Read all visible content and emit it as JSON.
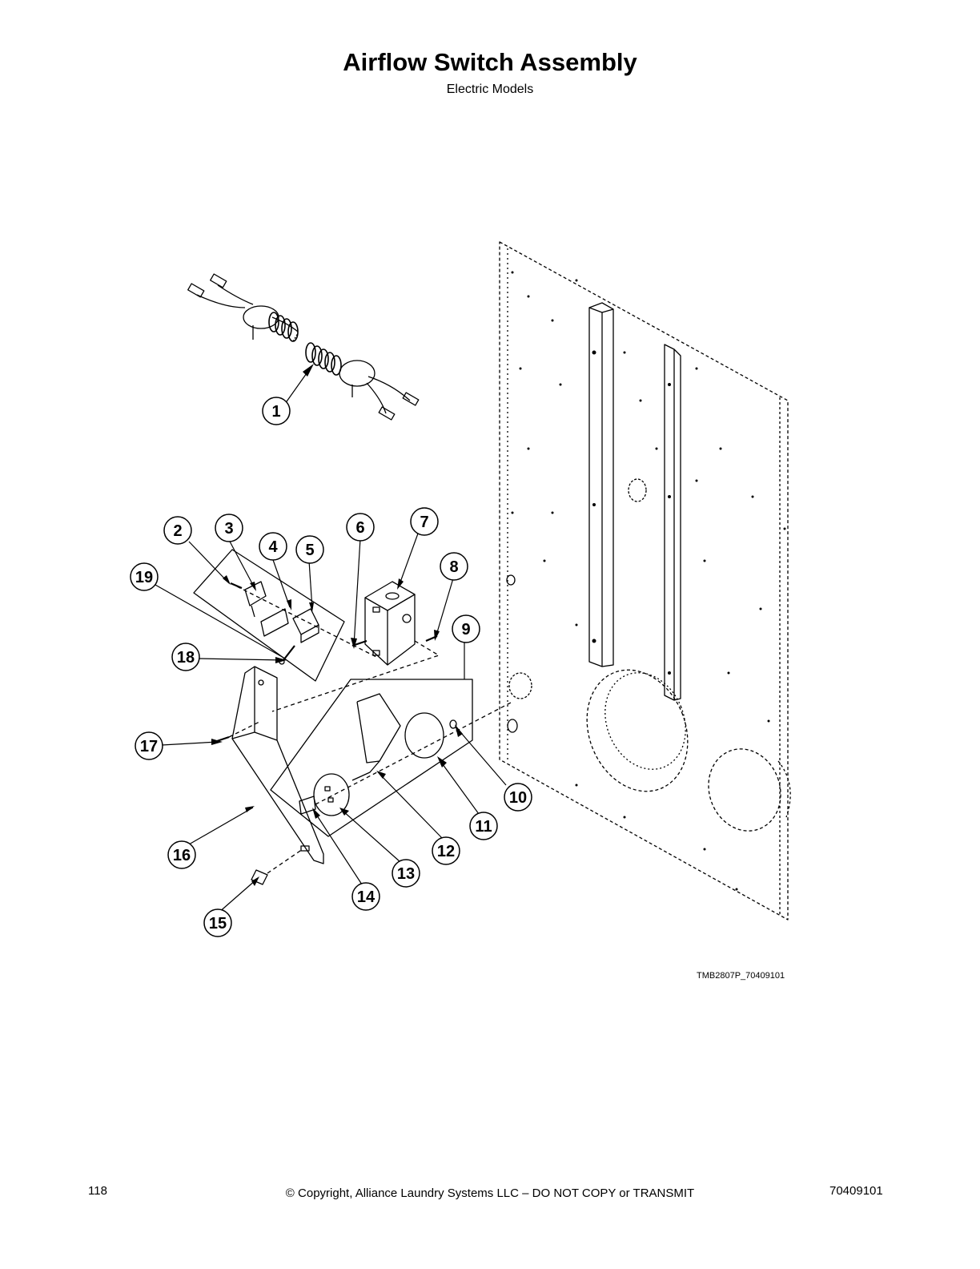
{
  "page": {
    "title": "Airflow Switch Assembly",
    "subtitle": "Electric Models",
    "drawing_code": "TMB2807P_70409101"
  },
  "callouts": [
    "1",
    "2",
    "3",
    "4",
    "5",
    "6",
    "7",
    "8",
    "9",
    "10",
    "11",
    "12",
    "13",
    "14",
    "15",
    "16",
    "17",
    "18",
    "19"
  ],
  "footer": {
    "page_number": "118",
    "copyright": "© Copyright, Alliance Laundry Systems LLC – DO NOT COPY or TRANSMIT",
    "document_number": "70409101"
  }
}
